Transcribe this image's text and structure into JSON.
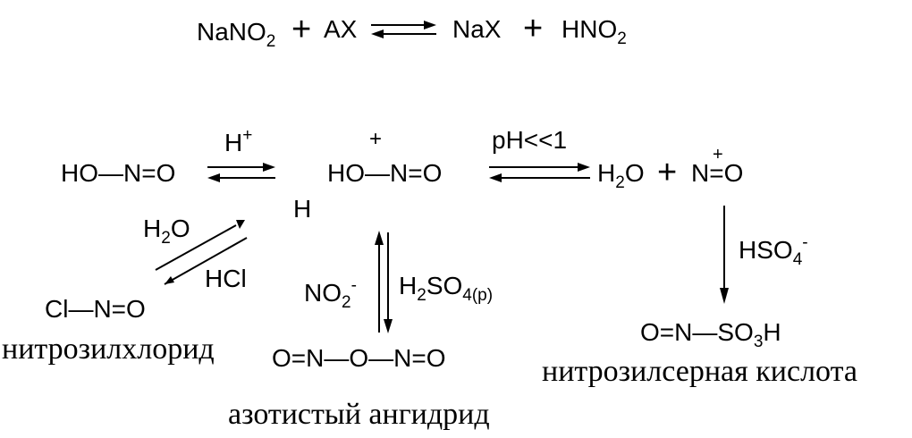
{
  "equation": {
    "left1": "NaNO2",
    "plus": "+",
    "left2": "AX",
    "right1": "NaX",
    "right2": "HNO2"
  },
  "scheme": {
    "nitrous_acid": "HO—N=O",
    "h_plus": "H+",
    "protonated": "HO—N=O",
    "protonated_charge": "+",
    "protonated_h": "H",
    "condition_ph": "pH<<1",
    "water": "H2O",
    "plus": "+",
    "nitrosonium": "N=O",
    "nitrosonium_charge": "+",
    "hydrolysis_label": "H2O",
    "hcl_label": "HCl",
    "nitrosyl_chloride": "Cl—N=O",
    "nitrosyl_chloride_name": "нитрозилхлорид",
    "nitrite_ion": "NO2-",
    "h2so4_label": "H2SO4(р)",
    "anhydride": "O=N—O—N=O",
    "anhydride_name": "азотистый ангидрид",
    "hso4_label": "HSO4-",
    "nitrosylsulfuric": "O=N—SO3H",
    "nitrosylsulfuric_name": "нитрозилсерная кислота"
  }
}
